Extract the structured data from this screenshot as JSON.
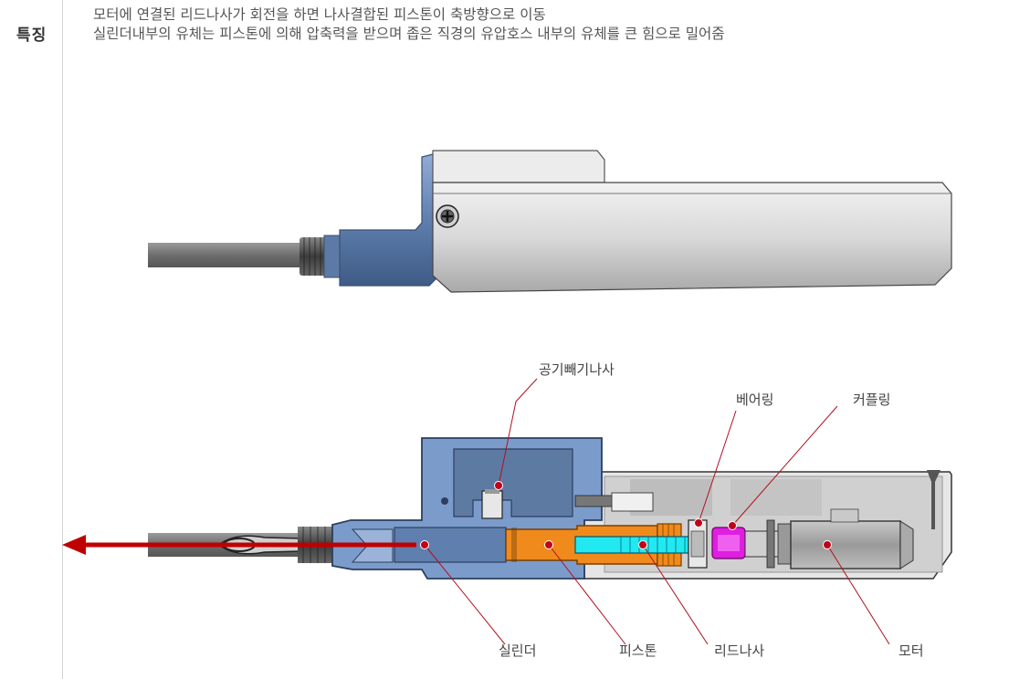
{
  "feature_label": "특징",
  "description": [
    "모터에 연결된 리드나사가 회전을 하면 나사결합된 피스톤이 축방향으로 이동",
    "실린더내부의 유체는 피스톤에 의해 압축력을 받으며 좁은 직경의 유압호스 내부의 유체를 큰 힘으로 밀어줌"
  ],
  "parts": {
    "air_vent": "공기빼기나사",
    "bearing": "베어링",
    "coupling": "커플링",
    "cylinder": "실린더",
    "piston": "피스톤",
    "lead_screw": "리드나사",
    "motor": "모터"
  },
  "colors": {
    "cylinder_blue": "#7b9ccb",
    "piston_orange": "#f08a1c",
    "screw_cyan": "#22e8f2",
    "coupling_magenta": "#e01ee0",
    "arrow_red": "#c00000",
    "housing_gray": "#e4e4e4"
  }
}
